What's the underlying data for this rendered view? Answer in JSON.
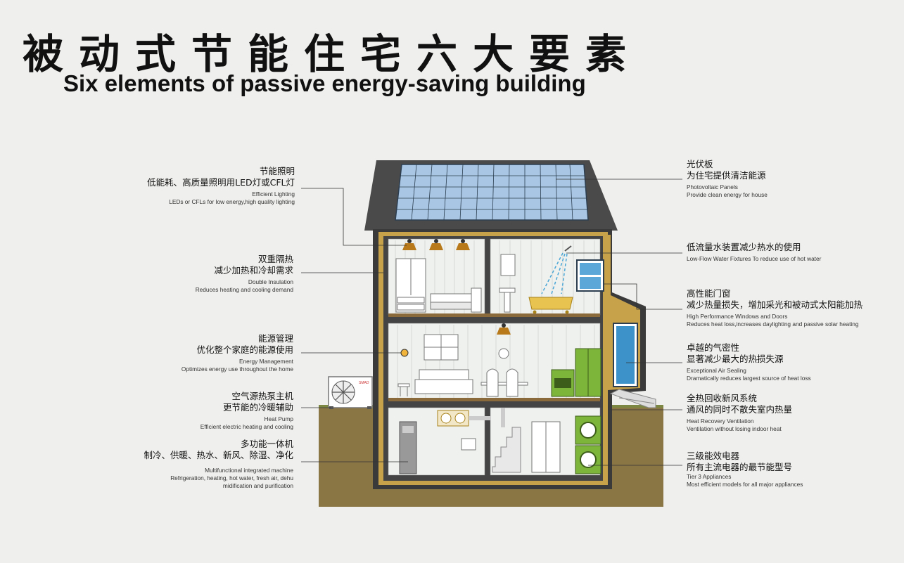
{
  "title": {
    "cn": "被动式节能住宅六大要素",
    "en": "Six elements of passive energy-saving building"
  },
  "unit_brand": "SMAD",
  "colors": {
    "roof": "#4a4a4a",
    "solar": "#a9c7e4",
    "insulation": "#c8a24a",
    "ground": "#8a7545",
    "wall": "#333333",
    "appliance_green": "#7db43a",
    "window_blue": "#3d93c9"
  },
  "labels_left": [
    {
      "cn1": "节能照明",
      "cn2": "低能耗、高质量照明用LED灯或CFL灯",
      "en1": "Efficient Lighting",
      "en2": "LEDs or CFLs for low energy,high quality lighting",
      "en3": ""
    },
    {
      "cn1": "双重隔热",
      "cn2": "减少加热和冷却需求",
      "en1": "Double Insulation",
      "en2": "Reduces heating and cooling demand",
      "en3": ""
    },
    {
      "cn1": "能源管理",
      "cn2": "优化整个家庭的能源使用",
      "en1": "Energy Management",
      "en2": "Optimizes energy use throughout the home",
      "en3": ""
    },
    {
      "cn1": "空气源热泵主机",
      "cn2": "更节能的冷暖辅助",
      "en1": "Heat Pump",
      "en2": "Efficient electric heating and cooling",
      "en3": ""
    },
    {
      "cn1": "多功能一体机",
      "cn2": "制冷、供暖、热水、新风、除湿、净化",
      "en1": "Multifunctional integrated machine",
      "en2": "Refrigeration, heating, hot water, fresh air, dehu",
      "en3": "midification and purification"
    }
  ],
  "labels_right": [
    {
      "cn1": "光伏板",
      "cn2": "为住宅提供清洁能源",
      "en1": "Photovoltaic Panels",
      "en2": "Provide clean energy for house",
      "en3": ""
    },
    {
      "cn1": "低流量水装置减少热水的使用",
      "cn2": "",
      "en1": "Low-Flow Water Fixtures To reduce use of hot water",
      "en2": "",
      "en3": ""
    },
    {
      "cn1": "高性能门窗",
      "cn2": "减少热量损失，增加采光和被动式太阳能加热",
      "en1": "High Performance Windows and Doors",
      "en2": "Reduces heat loss,increases daylighting and passive solar heating",
      "en3": ""
    },
    {
      "cn1": "卓越的气密性",
      "cn2": "显著减少最大的热损失源",
      "en1": "Exceptional Air Sealing",
      "en2": "Dramatically reduces largest source of heat loss",
      "en3": ""
    },
    {
      "cn1": "全热回收新风系统",
      "cn2": "通风的同时不散失室内热量",
      "en1": "Heat Recovery Ventilation",
      "en2": "Ventilation without losing indoor heat",
      "en3": ""
    },
    {
      "cn1": "三级能效电器",
      "cn2": "所有主流电器的最节能型号",
      "en1": "Tier 3 Appliances",
      "en2": "Most efficient models for all major appliances",
      "en3": ""
    }
  ]
}
